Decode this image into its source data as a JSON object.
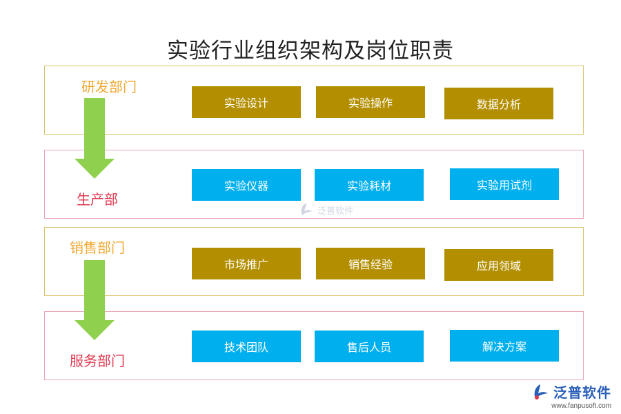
{
  "title": "实验行业组织架构及岗位职责",
  "departments": [
    {
      "name": "研发部门",
      "items": [
        "实验设计",
        "实验操作",
        "数据分析"
      ]
    },
    {
      "name": "生产部",
      "items": [
        "实验仪器",
        "实验耗材",
        "实验用试剂"
      ]
    },
    {
      "name": "销售部门",
      "items": [
        "市场推广",
        "销售经验",
        "应用领域"
      ]
    },
    {
      "name": "服务部门",
      "items": [
        "技术团队",
        "售后人员",
        "解决方案"
      ]
    }
  ],
  "watermark": {
    "text": "泛普软件"
  },
  "logo": {
    "name": "泛普软件",
    "url": "www.fanpusoft.com"
  },
  "colors": {
    "olive_box": "#b38f00",
    "cyan_box": "#00b0ee",
    "arrow": "#8fd14f",
    "dept_gold": "#f0a830",
    "dept_red": "#e0384f"
  }
}
